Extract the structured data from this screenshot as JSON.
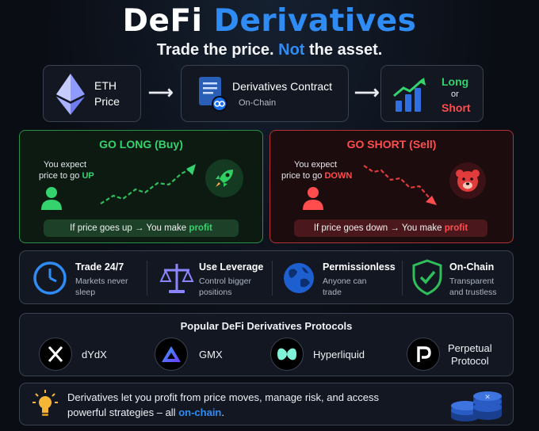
{
  "header": {
    "title_part1": "DeFi",
    "title_part2": "Derivatives",
    "subtitle_part1": "Trade the price.",
    "subtitle_not": "Not",
    "subtitle_part2": "the asset."
  },
  "flow": {
    "eth_label_1": "ETH",
    "eth_label_2": "Price",
    "contract_title": "Derivatives Contract",
    "contract_sub": "On-Chain",
    "long_label": "Long",
    "or_label": "or",
    "short_label": "Short",
    "arrow_icon": "right-arrow-icon"
  },
  "long_panel": {
    "heading": "GO LONG (Buy)",
    "expect_line1": "You expect",
    "expect_line2": "price to go",
    "direction": "UP",
    "pill_text": "If price goes up → You make",
    "pill_profit": "profit"
  },
  "short_panel": {
    "heading": "GO SHORT (Sell)",
    "expect_line1": "You expect",
    "expect_line2": "price to go",
    "direction": "DOWN",
    "pill_text": "If price goes down → You make",
    "pill_profit": "profit"
  },
  "features": [
    {
      "title": "Trade 24/7",
      "line1": "Markets never",
      "line2": "sleep",
      "icon": "clock-icon"
    },
    {
      "title": "Use Leverage",
      "line1": "Control bigger",
      "line2": "positions",
      "icon": "scale-icon"
    },
    {
      "title": "Permissionless",
      "line1": "Anyone can",
      "line2": "trade",
      "icon": "globe-icon"
    },
    {
      "title": "On-Chain",
      "line1": "Transparent",
      "line2": "and trustless",
      "icon": "shield-check-icon"
    }
  ],
  "protocols": {
    "heading": "Popular DeFi Derivatives Protocols",
    "items": [
      {
        "name": "dYdX",
        "icon": "dydx-logo-icon"
      },
      {
        "name": "GMX",
        "icon": "gmx-logo-icon"
      },
      {
        "name": "Hyperliquid",
        "icon": "hyperliquid-logo-icon"
      },
      {
        "name_line1": "Perpetual",
        "name_line2": "Protocol",
        "icon": "perpetual-logo-icon"
      }
    ]
  },
  "footer": {
    "line1": "Derivatives let you profit from price moves, manage risk, and access",
    "line2": "powerful strategies – all",
    "highlight": "on-chain",
    "end": ".",
    "icon": "lightbulb-icon"
  },
  "colors": {
    "accent_blue": "#2f8cf5",
    "long_green": "#35d36d",
    "short_red": "#ff4d4d",
    "background": "#0a0d14"
  }
}
